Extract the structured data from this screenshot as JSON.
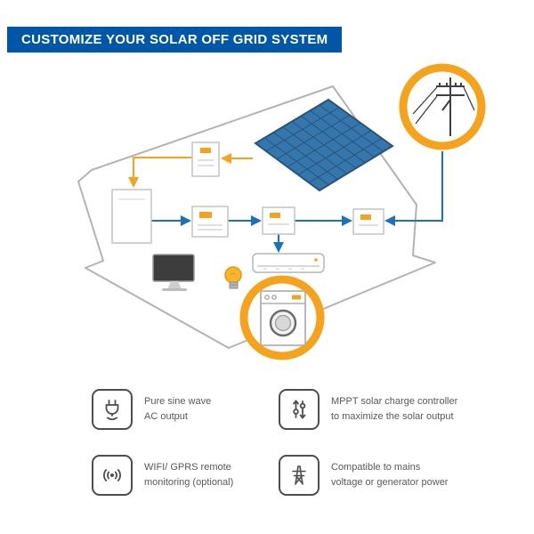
{
  "header": {
    "title": "CUSTOMIZE YOUR SOLAR OFF GRID SYSTEM"
  },
  "diagram": {
    "components": [
      "solar-panel",
      "charge-controller",
      "battery",
      "inverter",
      "power-meter",
      "desktop-monitor",
      "light-bulb",
      "air-conditioner",
      "washing-machine",
      "utility-grid-pole"
    ]
  },
  "features": [
    {
      "icon": "plug-icon",
      "lines": [
        "Pure sine wave",
        "AC output"
      ]
    },
    {
      "icon": "mppt-sliders-icon",
      "lines": [
        "MPPT solar charge controller",
        "to maximize the solar output"
      ]
    },
    {
      "icon": "wifi-monitoring-icon",
      "lines": [
        "WIFI/ GPRS remote",
        "monitoring (optional)"
      ]
    },
    {
      "icon": "power-tower-icon",
      "lines": [
        "Compatible to mains",
        "voltage or generator power"
      ]
    }
  ],
  "colors": {
    "banner_blue": "#0057a8",
    "accent_orange": "#f5a21c",
    "line_blue": "#1d71b8",
    "panel_blue": "#3577ad",
    "icon_gray": "#4d4d4d"
  }
}
